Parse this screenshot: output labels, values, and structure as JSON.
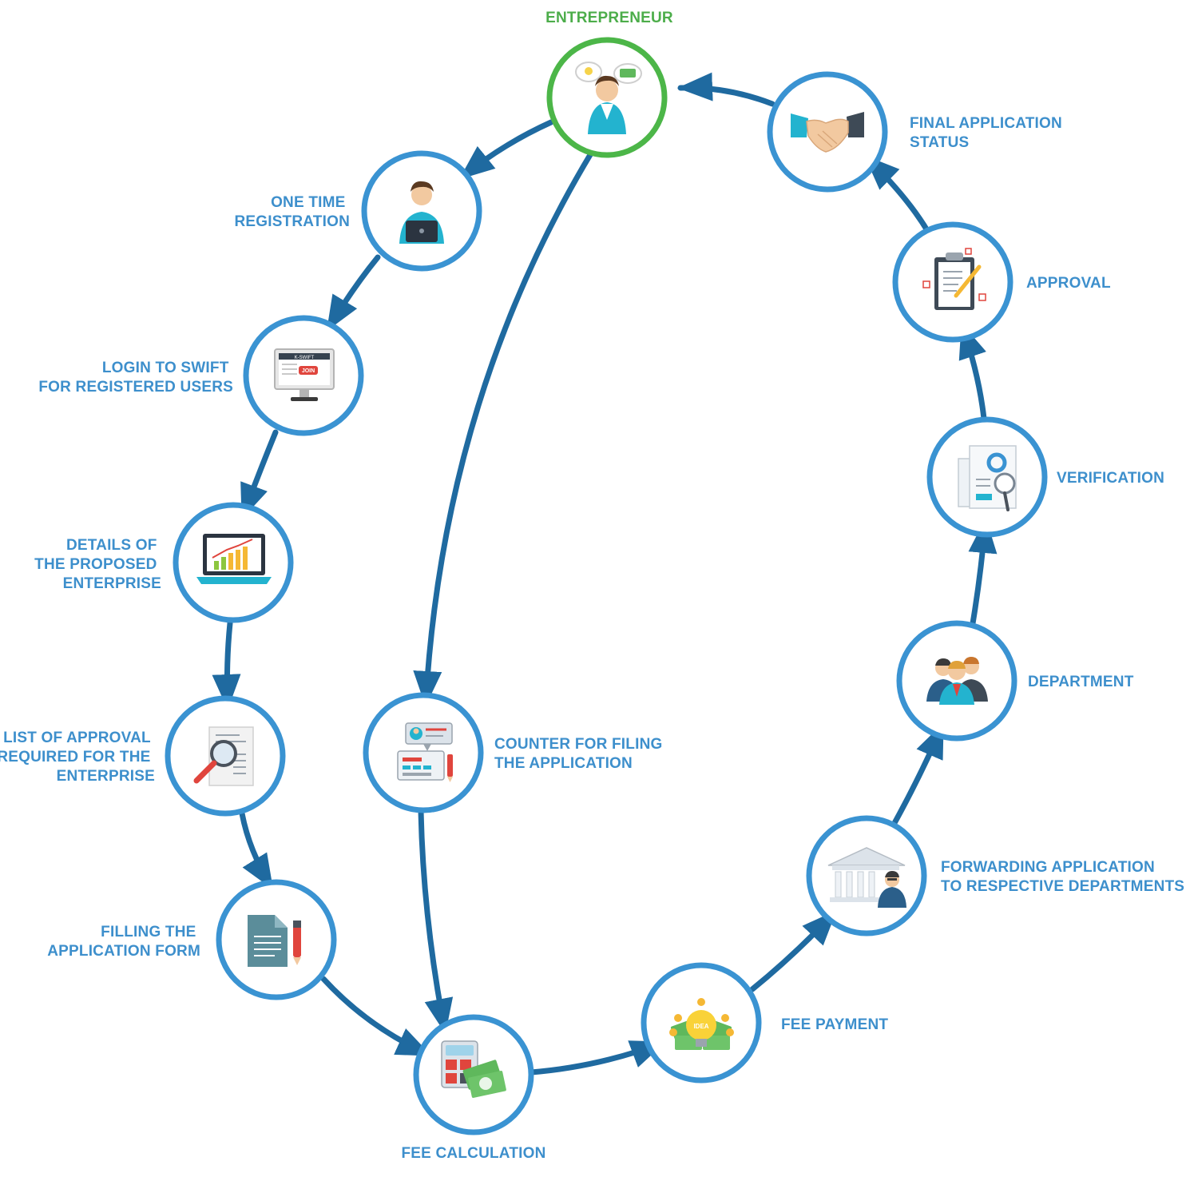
{
  "colors": {
    "ring": "#3a93d2",
    "ring_start": "#4cb648",
    "arrow": "#1f6aa0",
    "label": "#3d8fcc",
    "label_start": "#4cad4a"
  },
  "nodes": {
    "entrepreneur": {
      "lines": [
        "ENTREPRENEUR"
      ],
      "icon": "entrepreneur-icon"
    },
    "registration": {
      "lines": [
        "ONE TIME",
        "REGISTRATION"
      ],
      "icon": "person-laptop-icon"
    },
    "login": {
      "lines": [
        "LOGIN TO SWIFT",
        "FOR REGISTERED USERS"
      ],
      "icon": "monitor-icon",
      "screen_title": "K-SWIFT",
      "screen_button": "JOIN"
    },
    "details": {
      "lines": [
        "DETAILS OF",
        "THE PROPOSED",
        "ENTERPRISE"
      ],
      "icon": "laptop-chart-icon"
    },
    "approval_list": {
      "lines": [
        "LIST OF APPROVAL",
        "REQUIRED FOR THE",
        "ENTERPRISE"
      ],
      "icon": "document-magnifier-icon"
    },
    "filling": {
      "lines": [
        "FILLING THE",
        "APPLICATION FORM"
      ],
      "icon": "form-pen-icon"
    },
    "fee_calc": {
      "lines": [
        "FEE CALCULATION"
      ],
      "icon": "calculator-money-icon"
    },
    "counter": {
      "lines": [
        "COUNTER FOR FILING",
        "THE APPLICATION"
      ],
      "icon": "id-card-form-icon"
    },
    "fee_payment": {
      "lines": [
        "FEE PAYMENT"
      ],
      "icon": "idea-money-icon",
      "bulb_text": "IDEA"
    },
    "forwarding": {
      "lines": [
        "FORWARDING APPLICATION",
        "TO RESPECTIVE DEPARTMENTS"
      ],
      "icon": "building-officer-icon"
    },
    "department": {
      "lines": [
        "DEPARTMENT"
      ],
      "icon": "people-group-icon"
    },
    "verification": {
      "lines": [
        "VERIFICATION"
      ],
      "icon": "report-magnifier-icon"
    },
    "approval": {
      "lines": [
        "APPROVAL"
      ],
      "icon": "clipboard-check-icon"
    },
    "final_status": {
      "lines": [
        "FINAL APPLICATION",
        "STATUS"
      ],
      "icon": "handshake-icon"
    }
  }
}
